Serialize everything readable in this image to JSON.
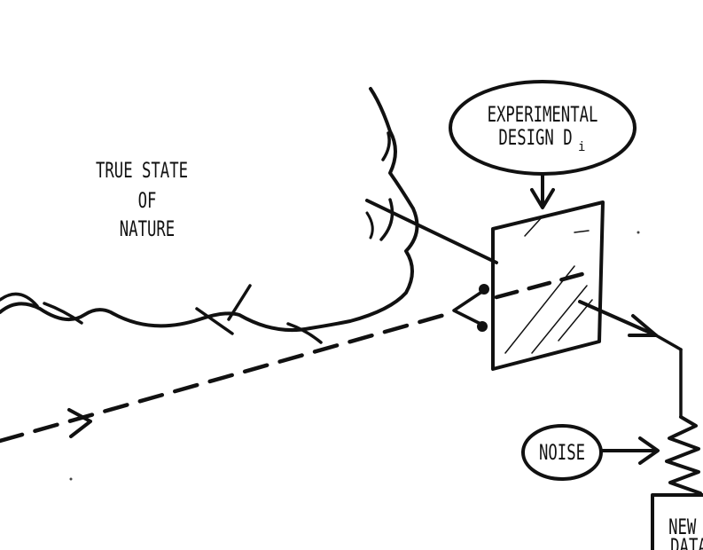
{
  "nature_label": [
    "TRUE STATE",
    "OF",
    "NATURE"
  ],
  "design_label": [
    "EXPERIMENTAL",
    "DESIGN D"
  ],
  "design_subscript": "i",
  "noise_label": "NOISE",
  "data_label": [
    "NEW",
    "DATA"
  ],
  "colors": {
    "ink": "#111111",
    "background": "#ffffff"
  }
}
